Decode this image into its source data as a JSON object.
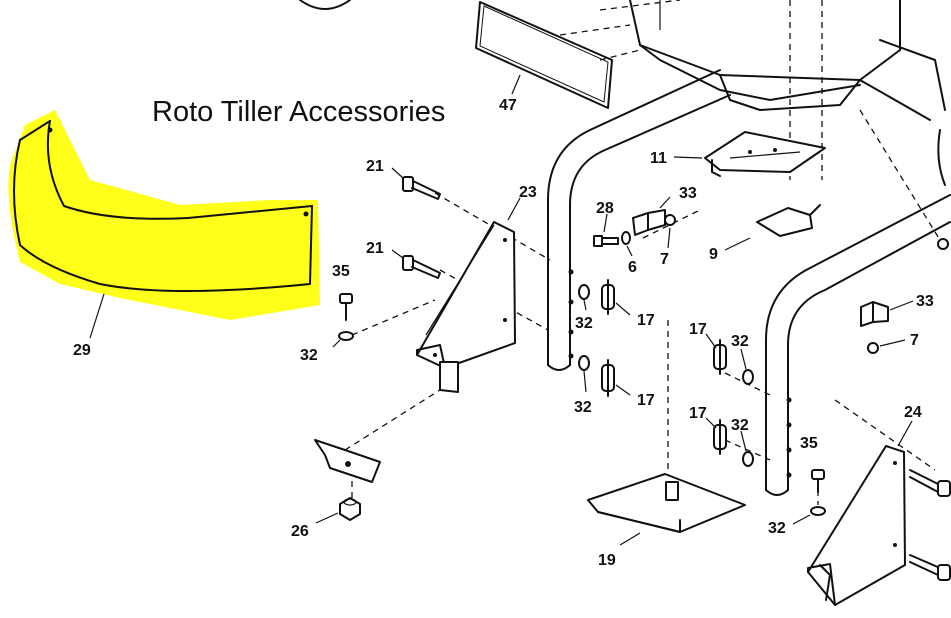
{
  "title": "Roto Tiller Accessories",
  "highlight_color": "#ffff00",
  "callouts": {
    "c47": "47",
    "c11": "11",
    "c33a": "33",
    "c28": "28",
    "c6": "6",
    "c7a": "7",
    "c9": "9",
    "c21a": "21",
    "c21b": "21",
    "c23": "23",
    "c35a": "35",
    "c32a": "32",
    "c32b": "32",
    "c17a": "17",
    "c32c": "32",
    "c17b": "17",
    "c29": "29",
    "c26": "26",
    "c19": "19",
    "c17c": "17",
    "c32d": "32",
    "c17d": "17",
    "c32e": "32",
    "c35b": "35",
    "c32f": "32",
    "c24": "24",
    "c33b": "33",
    "c7b": "7"
  }
}
